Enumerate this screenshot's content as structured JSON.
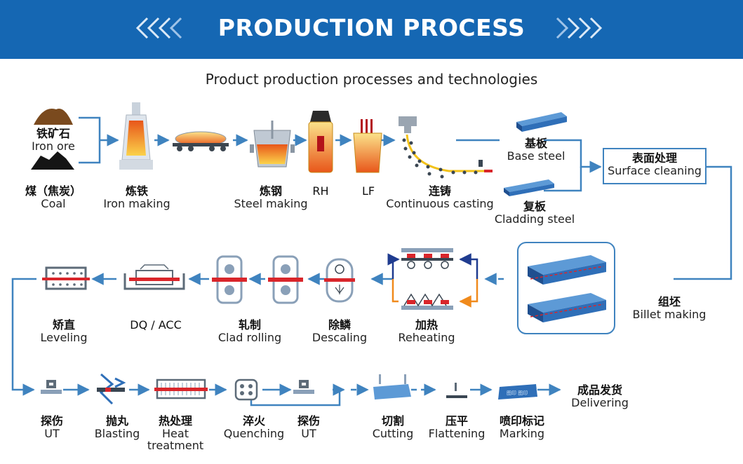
{
  "header": {
    "title": "PRODUCTION PROCESS"
  },
  "subtitle": "Product production processes and technologies",
  "colors": {
    "banner": "#1567b3",
    "connector": "#3f83bf",
    "steel_blue": "#2f6fb8",
    "molten": "#f08a1c",
    "red_band": "#d9262b"
  },
  "steps": {
    "iron_ore": {
      "cn": "铁矿石",
      "en": "Iron ore"
    },
    "coal": {
      "cn": "煤（焦炭）",
      "en": "Coal"
    },
    "iron_making": {
      "cn": "炼铁",
      "en": "Iron making"
    },
    "steel_making": {
      "cn": "炼钢",
      "en": "Steel making"
    },
    "rh": {
      "cn": "RH"
    },
    "lf": {
      "cn": "LF"
    },
    "continuous_casting": {
      "cn": "连铸",
      "en": "Continuous casting"
    },
    "base_steel": {
      "cn": "基板",
      "en": "Base steel"
    },
    "cladding_steel": {
      "cn": "复板",
      "en": "Cladding steel"
    },
    "surface_cleaning": {
      "cn": "表面处理",
      "en": "Surface cleaning"
    },
    "billet_making": {
      "cn": "组坯",
      "en": "Billet making"
    },
    "reheating": {
      "cn": "加热",
      "en": "Reheating"
    },
    "descaling": {
      "cn": "除鳞",
      "en": "Descaling"
    },
    "clad_rolling": {
      "cn": "轧制",
      "en": "Clad rolling"
    },
    "dq_acc": {
      "cn": "DQ / ACC"
    },
    "leveling": {
      "cn": "矫直",
      "en": "Leveling"
    },
    "ut1": {
      "cn": "探伤",
      "en": "UT"
    },
    "blasting": {
      "cn": "抛丸",
      "en": "Blasting"
    },
    "heat_treatment": {
      "cn": "热处理",
      "en": "Heat",
      "en2": "treatment"
    },
    "quenching": {
      "cn": "淬火",
      "en": "Quenching"
    },
    "ut2": {
      "cn": "探伤",
      "en": "UT"
    },
    "cutting": {
      "cn": "切割",
      "en": "Cutting"
    },
    "flattening": {
      "cn": "压平",
      "en": "Flattening"
    },
    "marking": {
      "cn": "喷印标记",
      "en": "Marking"
    },
    "delivering": {
      "cn": "成品发货",
      "en": "Delivering"
    }
  }
}
